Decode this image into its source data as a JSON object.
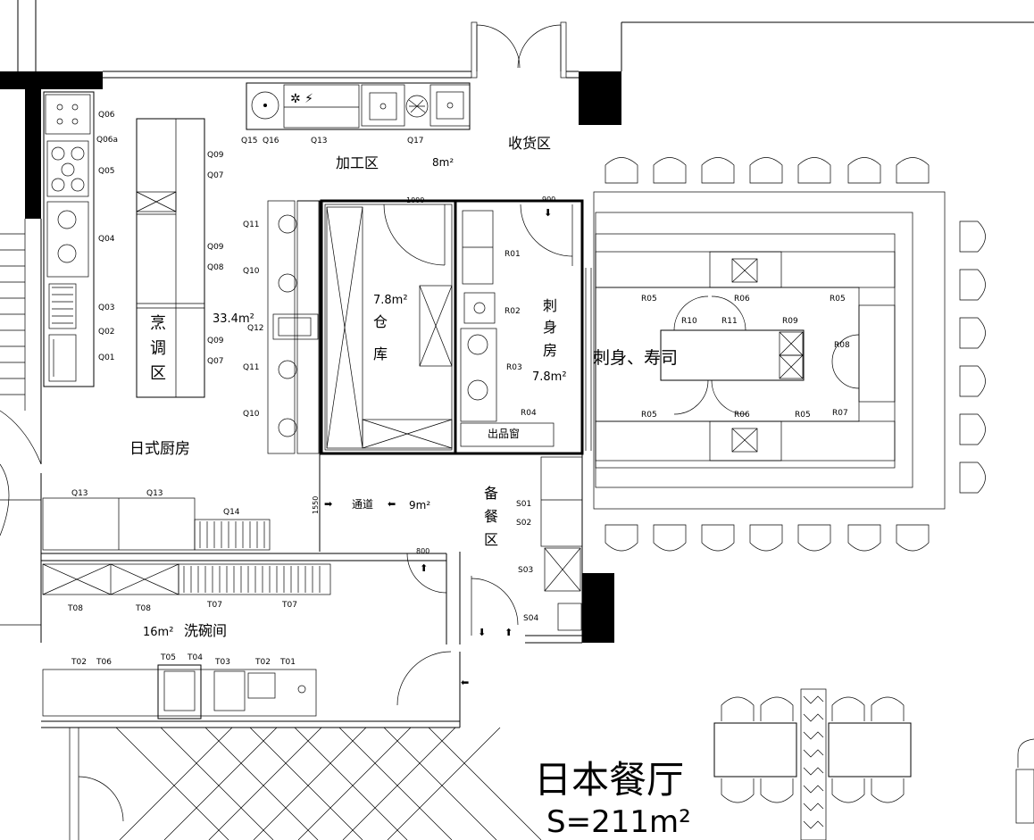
{
  "title": "日本餐厅",
  "area_total": "S=211m²",
  "rooms": {
    "processing": "加工区",
    "processing_area": "8m²",
    "receiving": "收货区",
    "warehouse_area": "7.8m²",
    "warehouse_1": "仓",
    "warehouse_2": "库",
    "sashimi_room_1": "刺",
    "sashimi_room_2": "身",
    "sashimi_room_3": "房",
    "sashimi_room_area": "7.8m²",
    "sashimi_sushi": "刺身、寿司",
    "cooking_1": "烹",
    "cooking_2": "调",
    "cooking_3": "区",
    "cooking_area": "33.4m²",
    "jp_kitchen": "日式厨房",
    "corridor": "通道",
    "corridor_area": "9m²",
    "prep_1": "备",
    "prep_2": "餐",
    "prep_3": "区",
    "dish_area": "16m²",
    "dishwash": "洗碗间",
    "pass_window": "出品窗"
  },
  "dims": {
    "d1000": "1000",
    "d900": "900",
    "d800": "800",
    "d1550": "1550"
  },
  "tags": {
    "q06": "Q06",
    "q06a": "Q06a",
    "q05": "Q05",
    "q04": "Q04",
    "q03": "Q03",
    "q02": "Q02",
    "q01": "Q01",
    "q09a": "Q09",
    "q07a": "Q07",
    "q09b": "Q09",
    "q08": "Q08",
    "q09c": "Q09",
    "q07b": "Q07",
    "q15": "Q15",
    "q16": "Q16",
    "q13a": "Q13",
    "q17": "Q17",
    "q11a": "Q11",
    "q10a": "Q10",
    "q12": "Q12",
    "q11b": "Q11",
    "q10b": "Q10",
    "r01": "R01",
    "r02": "R02",
    "r03": "R03",
    "r04": "R04",
    "r05a": "R05",
    "r06a": "R06",
    "r05b": "R05",
    "r10": "R10",
    "r11": "R11",
    "r09": "R09",
    "r08": "R08",
    "r05c": "R05",
    "r06b": "R06",
    "r05d": "R05",
    "r07": "R07",
    "q13b": "Q13",
    "q13c": "Q13",
    "q14": "Q14",
    "s01": "S01",
    "s02": "S02",
    "s03": "S03",
    "s04": "S04",
    "t08a": "T08",
    "t08b": "T08",
    "t07a": "T07",
    "t07b": "T07",
    "t02a": "T02",
    "t06": "T06",
    "t05": "T05",
    "t04": "T04",
    "t03": "T03",
    "t02b": "T02",
    "t01": "T01"
  }
}
